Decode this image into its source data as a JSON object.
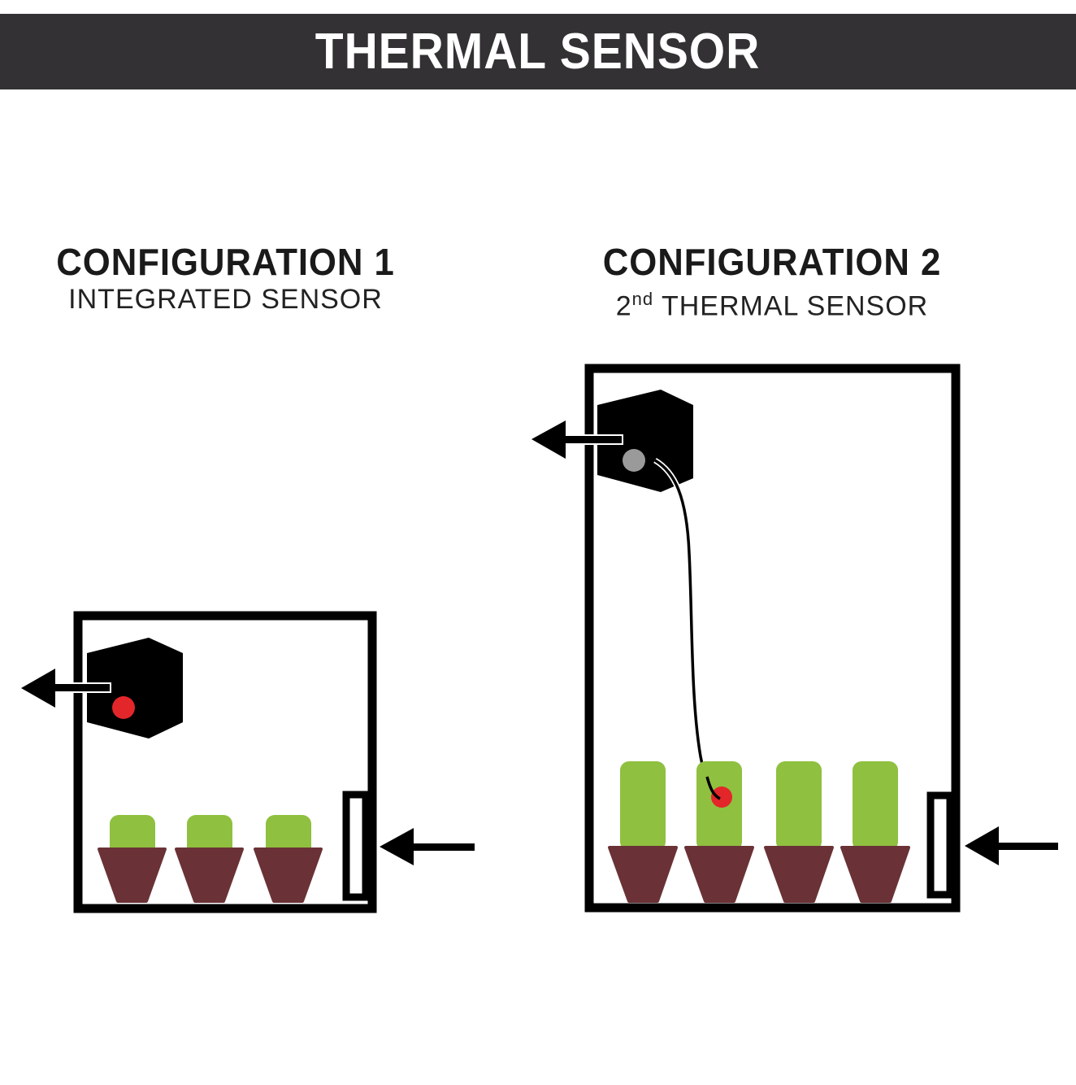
{
  "header": {
    "title": "THERMAL SENSOR"
  },
  "configurations": [
    {
      "title": "CONFIGURATION 1",
      "subtitle": "INTEGRATED SENSOR",
      "sensor_color": "#e3262a",
      "plant_count": 3
    },
    {
      "title": "CONFIGURATION 2",
      "subtitle_ordinal": "2",
      "subtitle_suffix": "nd",
      "subtitle_rest": " THERMAL SENSOR",
      "sensor_color": "#e3262a",
      "inactive_sensor_color": "#9a9a9a",
      "plant_count": 4
    }
  ],
  "colors": {
    "banner": "#333133",
    "plant": "#8fc03f",
    "pot": "#6a3236",
    "outline": "#000000"
  }
}
